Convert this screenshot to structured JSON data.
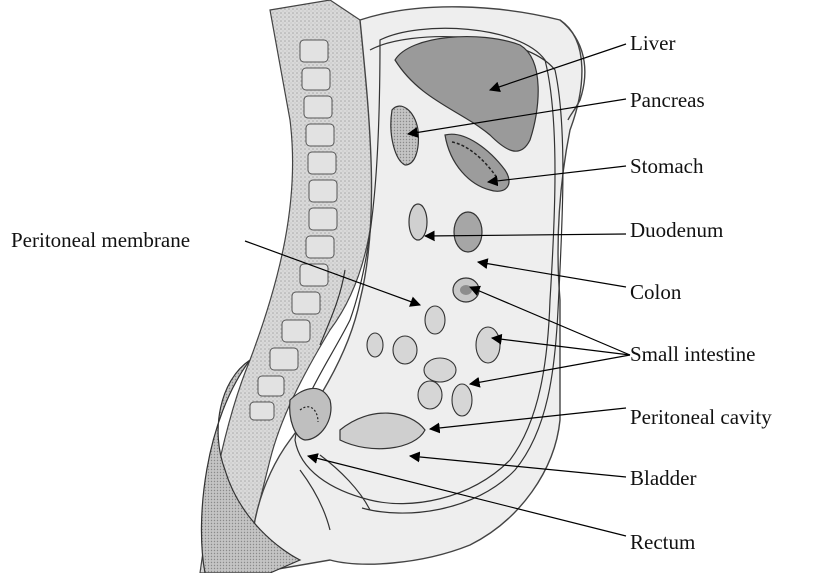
{
  "labels": {
    "liver": "Liver",
    "pancreas": "Pancreas",
    "stomach": "Stomach",
    "peritoneal_membrane": "Peritoneal membrane",
    "duodenum": "Duodenum",
    "colon": "Colon",
    "small_intestine": "Small intestine",
    "peritoneal_cavity": "Peritoneal cavity",
    "bladder": "Bladder",
    "rectum": "Rectum"
  }
}
